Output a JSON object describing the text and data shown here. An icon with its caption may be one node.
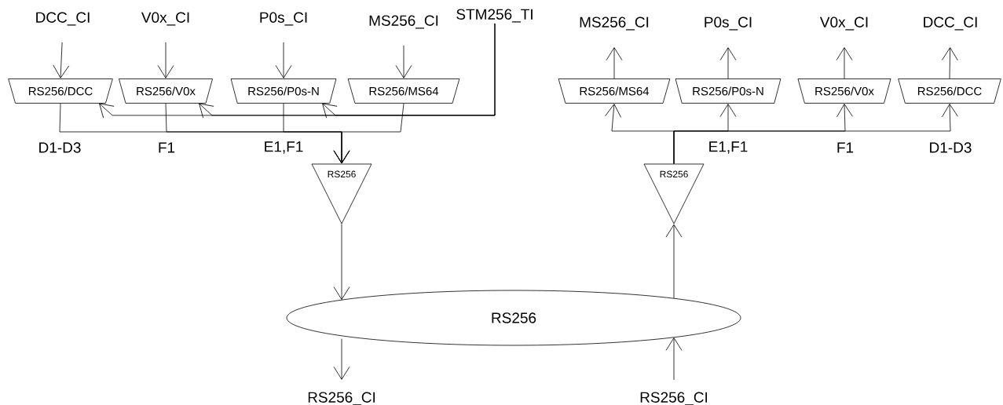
{
  "diagram": {
    "nodes": [
      {
        "text": [
          "DCC_CI"
        ]
      },
      {
        "text": [
          "V0x_CI"
        ]
      },
      {
        "text": [
          "P0s_CI"
        ]
      },
      {
        "text": [
          "MS256_CI"
        ]
      },
      {
        "text": [
          "STM256_TI"
        ]
      },
      {
        "text": [
          "MS256_CI"
        ]
      },
      {
        "text": [
          "P0s_CI"
        ]
      },
      {
        "text": [
          "V0x_CI"
        ]
      },
      {
        "text": [
          "DCC_CI"
        ]
      },
      {
        "text": [
          "RS256/DCC"
        ]
      },
      {
        "text": [
          "RS256/V0x"
        ]
      },
      {
        "text": [
          "RS256/P0s-N"
        ]
      },
      {
        "text": [
          "RS256/MS64"
        ]
      },
      {
        "text": [
          "RS256/MS64"
        ]
      },
      {
        "text": [
          "RS256/P0s-N"
        ]
      },
      {
        "text": [
          "RS256/V0x"
        ]
      },
      {
        "text": [
          "RS256/DCC"
        ]
      },
      {
        "text": [
          "RS256"
        ]
      },
      {
        "text": [
          "RS256"
        ]
      },
      {
        "text": [
          "RS256"
        ]
      },
      {
        "text": [
          "RS256_CI"
        ]
      },
      {
        "text": [
          "RS256_CI"
        ]
      }
    ],
    "edges": [
      {
        "from": 0,
        "to": 9,
        "arrow": "to"
      },
      {
        "from": 1,
        "to": 10,
        "arrow": "to"
      },
      {
        "from": 2,
        "to": 11,
        "arrow": "to"
      },
      {
        "from": 3,
        "to": 12,
        "arrow": "to"
      },
      {
        "from": 4,
        "to": 9,
        "arrow": "to"
      },
      {
        "from": 4,
        "to": 10,
        "arrow": "to"
      },
      {
        "from": 4,
        "to": 11,
        "arrow": "to"
      },
      {
        "from": 9,
        "to": 17,
        "arrow": "to",
        "label": "D1-D3"
      },
      {
        "from": 10,
        "to": 17,
        "arrow": "to",
        "label": "F1"
      },
      {
        "from": 11,
        "to": 17,
        "arrow": "to",
        "label": "E1,F1"
      },
      {
        "from": 12,
        "to": 17,
        "arrow": "to"
      },
      {
        "from": 17,
        "to": 19,
        "arrow": "to"
      },
      {
        "from": 19,
        "to": 20,
        "arrow": "to"
      },
      {
        "from": 21,
        "to": 19,
        "arrow": "to"
      },
      {
        "from": 19,
        "to": 18,
        "arrow": "to"
      },
      {
        "from": 18,
        "to": 13,
        "arrow": "to"
      },
      {
        "from": 18,
        "to": 14,
        "arrow": "to",
        "label": "E1,F1"
      },
      {
        "from": 18,
        "to": 15,
        "arrow": "to",
        "label": "F1"
      },
      {
        "from": 18,
        "to": 16,
        "arrow": "to",
        "label": "D1-D3"
      },
      {
        "from": 13,
        "to": 5,
        "arrow": "to"
      },
      {
        "from": 14,
        "to": 6,
        "arrow": "to"
      },
      {
        "from": 15,
        "to": 7,
        "arrow": "to"
      },
      {
        "from": 16,
        "to": 8,
        "arrow": "to"
      }
    ]
  }
}
